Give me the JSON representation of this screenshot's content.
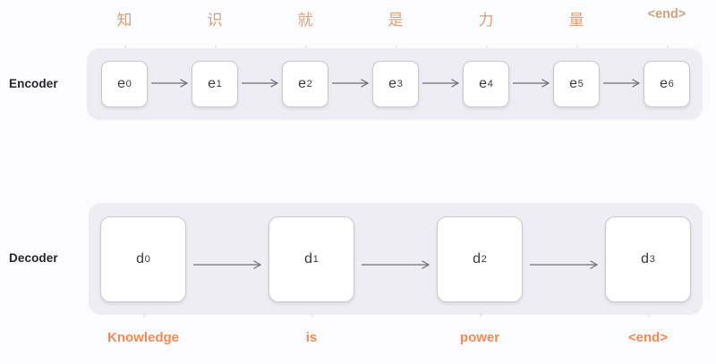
{
  "diagram": {
    "title": "Encoder-Decoder sequence-to-sequence diagram",
    "colors": {
      "page_background": "#fcfbfd",
      "panel_background": "#eeedf4",
      "cell_background": "#ffffff",
      "cell_border": "#c9c8d0",
      "input_token_text": "#d8a079",
      "output_token_text": "#f5894f",
      "section_label_text": "#24242a",
      "arrow": "#6e6e78"
    }
  },
  "encoder": {
    "label": "Encoder",
    "cells": [
      {
        "name": "e",
        "index": "0"
      },
      {
        "name": "e",
        "index": "1"
      },
      {
        "name": "e",
        "index": "2"
      },
      {
        "name": "e",
        "index": "3"
      },
      {
        "name": "e",
        "index": "4"
      },
      {
        "name": "e",
        "index": "5"
      },
      {
        "name": "e",
        "index": "6"
      }
    ],
    "input_tokens": [
      "知",
      "识",
      "就",
      "是",
      "力",
      "量",
      "<end>"
    ]
  },
  "decoder": {
    "label": "Decoder",
    "cells": [
      {
        "name": "d",
        "index": "0"
      },
      {
        "name": "d",
        "index": "1"
      },
      {
        "name": "d",
        "index": "2"
      },
      {
        "name": "d",
        "index": "3"
      }
    ],
    "output_tokens": [
      "Knowledge",
      "is",
      "power",
      "<end>"
    ]
  }
}
